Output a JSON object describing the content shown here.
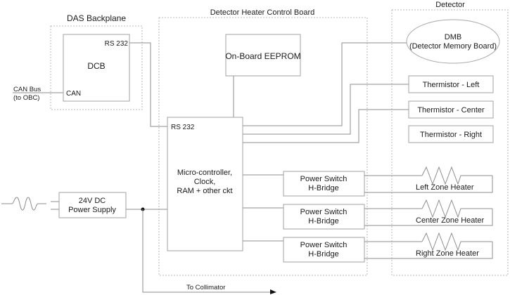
{
  "title": "Detector Heater Control System Block Diagram",
  "groups": {
    "das_backplane": "DAS Backplane",
    "heater_board": "Detector Heater Control Board",
    "detector": "Detector"
  },
  "blocks": {
    "dcb": {
      "label": "DCB",
      "port_rs232": "RS 232",
      "port_can": "CAN"
    },
    "eeprom": {
      "label": "On-Board EEPROM"
    },
    "mcu": {
      "port_rs232": "RS 232",
      "line1": "Micro-controller,",
      "line2": "Clock,",
      "line3": "RAM + other ckt"
    },
    "power_supply": {
      "line1": "24V DC",
      "line2": "Power Supply"
    },
    "dmb": {
      "line1": "DMB",
      "line2": "(Detector Memory Board)"
    },
    "thermistors": [
      "Thermistor - Left",
      "Thermistor - Center",
      "Thermistor - Right"
    ],
    "switches": [
      {
        "line1": "Power Switch",
        "line2": "H-Bridge"
      },
      {
        "line1": "Power Switch",
        "line2": "H-Bridge"
      },
      {
        "line1": "Power Switch",
        "line2": "H-Bridge"
      }
    ],
    "heaters": [
      "Left Zone Heater",
      "Center Zone Heater",
      "Right Zone Heater"
    ]
  },
  "external": {
    "can_bus_line1": "CAN Bus",
    "can_bus_line2": "(to OBC)",
    "collimator": "To Collimator"
  },
  "icons": {
    "ac_source": "sine-wave-symbol",
    "heater": "resistor-zigzag-symbol",
    "junction": "junction-dot",
    "arrow": "arrowhead-right"
  }
}
